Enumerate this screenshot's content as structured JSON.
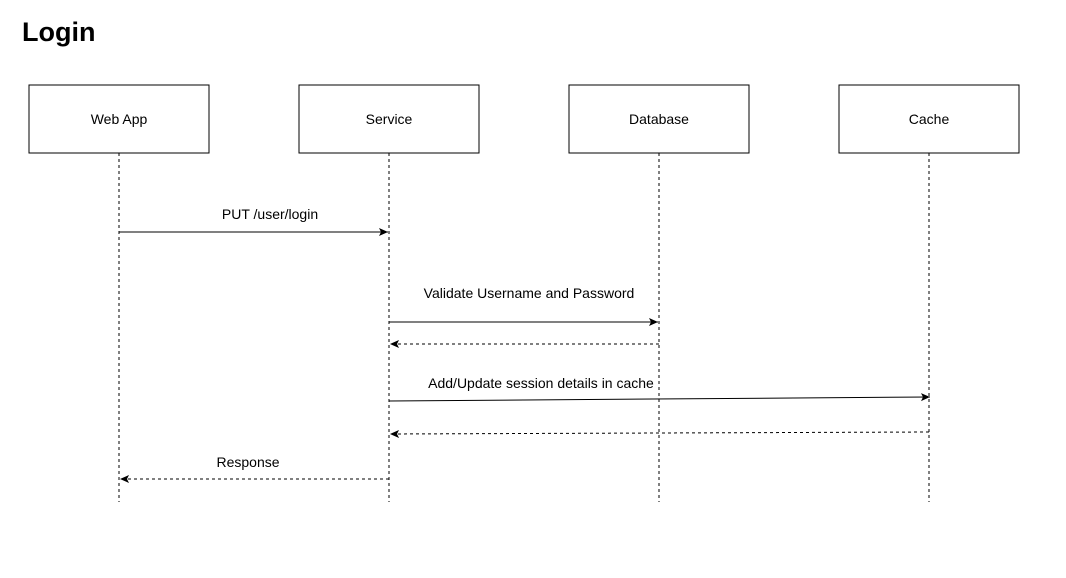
{
  "title": "Login",
  "participants": [
    {
      "id": "webapp",
      "label": "Web App"
    },
    {
      "id": "service",
      "label": "Service"
    },
    {
      "id": "database",
      "label": "Database"
    },
    {
      "id": "cache",
      "label": "Cache"
    }
  ],
  "messages": [
    {
      "from": "webapp",
      "to": "service",
      "label": "PUT /user/login",
      "style": "solid"
    },
    {
      "from": "service",
      "to": "database",
      "label": "Validate Username and Password",
      "style": "solid"
    },
    {
      "from": "database",
      "to": "service",
      "label": "",
      "style": "dashed"
    },
    {
      "from": "service",
      "to": "cache",
      "label": "Add/Update session details in cache",
      "style": "solid"
    },
    {
      "from": "cache",
      "to": "service",
      "label": "",
      "style": "dashed"
    },
    {
      "from": "service",
      "to": "webapp",
      "label": "Response",
      "style": "dashed"
    }
  ],
  "colors": {
    "line": "#000000",
    "box_fill": "#ffffff"
  }
}
